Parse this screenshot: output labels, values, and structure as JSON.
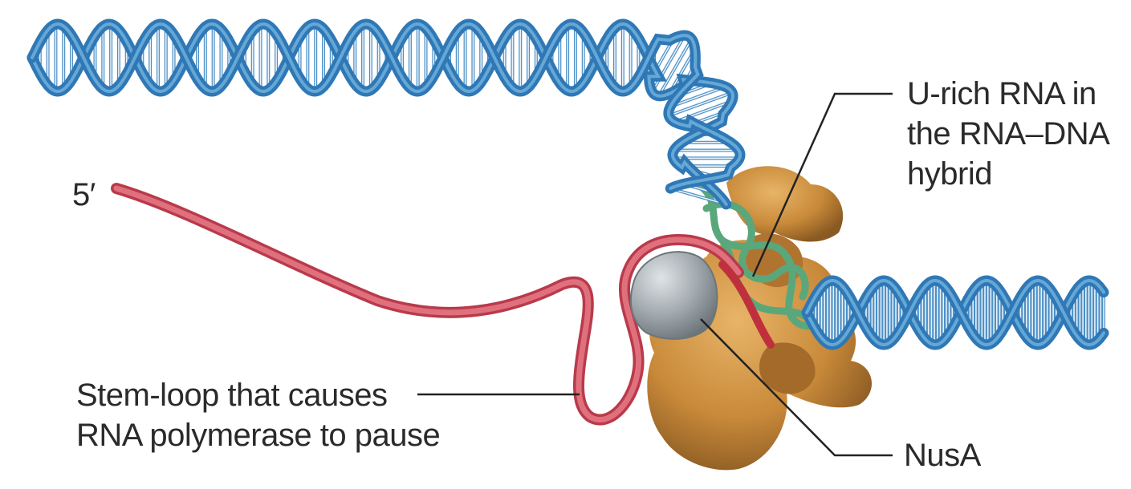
{
  "labels": {
    "five_prime": "5′",
    "u_rich": [
      "U-rich RNA in",
      "the RNA–DNA",
      "hybrid"
    ],
    "stem_loop": [
      "Stem-loop that causes",
      "RNA polymerase to pause"
    ],
    "nusa": "NusA"
  },
  "colors": {
    "dna_backbone": "#2f78b5",
    "dna_backbone_light": "#6fb0dd",
    "dna_rungs": "#e9f2fa",
    "dna_hybrid_strand": "#5aa77b",
    "rna": "#d95a68",
    "rna_dark": "#b93a4a",
    "rna_polymerase": "#c98a3a",
    "rna_polymerase_light": "#e2a95a",
    "nusa": "#9aa3a8",
    "leader_lines": "#222222"
  }
}
